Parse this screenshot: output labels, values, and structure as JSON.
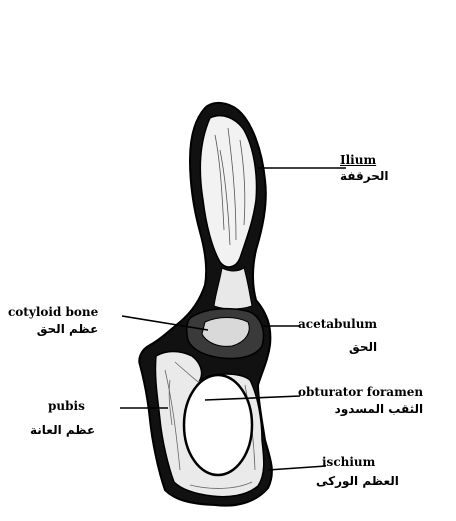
{
  "figure": {
    "labels": {
      "ilium": {
        "en": "Ilium",
        "ar": "الحرقفة"
      },
      "cotyloid_bone": {
        "en": "cotyloid bone",
        "ar": "عظم الحق"
      },
      "acetabulum": {
        "en": "acetabulum",
        "ar": "الحق"
      },
      "pubis": {
        "en": "pubis",
        "ar": "عظم العانة"
      },
      "obturator_foramen": {
        "en": "obturator foramen",
        "ar": "الثقب المسدود"
      },
      "ischium": {
        "en": "ischium",
        "ar": "العظم الوركى"
      }
    },
    "colors": {
      "ink": "#000000",
      "bone_fill": "#ffffff",
      "shade": "#1a1a1a"
    }
  }
}
